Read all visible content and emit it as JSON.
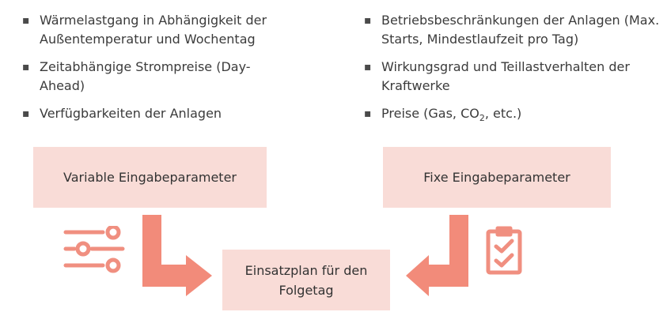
{
  "left_list": {
    "items": [
      "Wärmelastgang in Abhängigkeit der Außentemperatur und Wochentag",
      "Zeitabhängige Strompreise (Day-Ahead)",
      "Verfügbarkeiten der Anlagen"
    ]
  },
  "right_list": {
    "items": [
      "Betriebsbeschränkungen der Anlagen (Max. Starts, Mindestlaufzeit pro Tag)",
      "Wirkungsgrad und Teillastverhalten der Kraftwerke"
    ],
    "prices": {
      "prefix": "Preise (Gas, CO",
      "subscript": "2",
      "suffix": ", etc.)"
    }
  },
  "bullet_glyph": "▪",
  "boxes": {
    "variable": "Variable Eingabeparameter",
    "fixed": "Fixe Eingabeparameter",
    "plan_line1": "Einsatzplan für den",
    "plan_line2": "Folgetag"
  },
  "colors": {
    "box_fill": "#f9dcd7",
    "arrow": "#f28b7a",
    "icon": "#f08f80"
  },
  "icons": [
    "sliders-icon",
    "checklist-icon"
  ]
}
